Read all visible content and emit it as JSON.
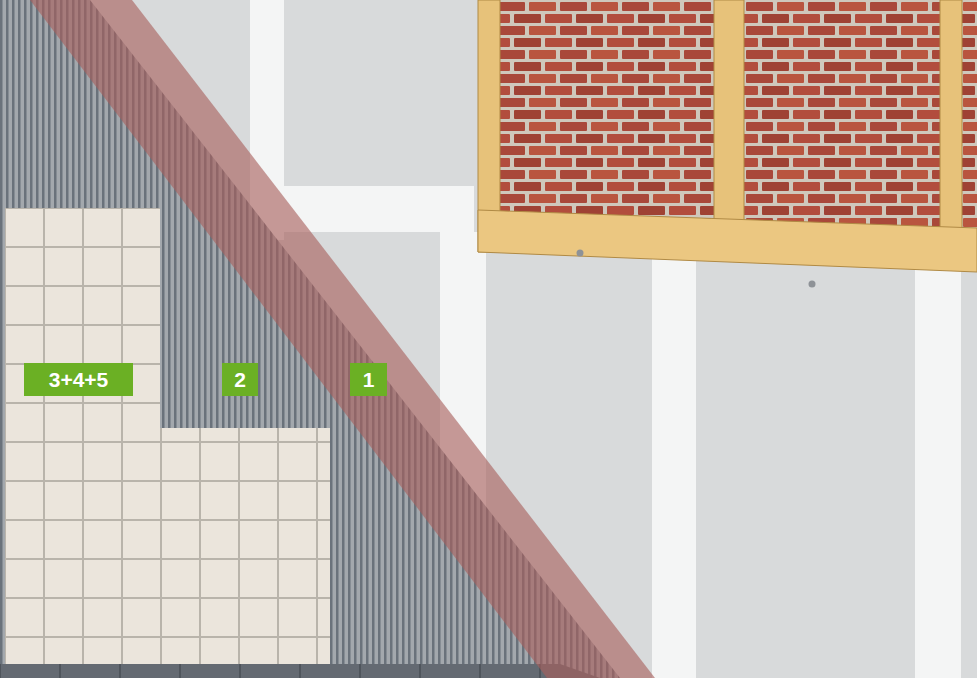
{
  "diagram": {
    "labels": [
      "3+4+5",
      "2",
      "1"
    ]
  }
}
